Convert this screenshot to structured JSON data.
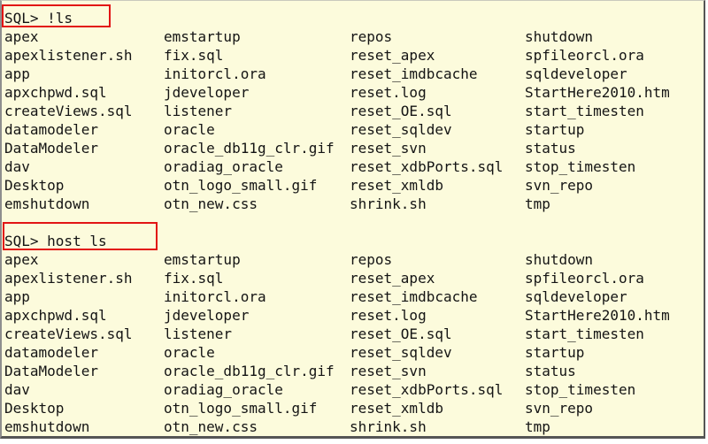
{
  "colors": {
    "background": "#fcfbdc",
    "text": "#141414",
    "highlight_border": "#e21414",
    "frame_border_light": "#8e8e8e",
    "frame_border_dark": "#555555"
  },
  "terminal": {
    "blocks": [
      {
        "prompt": "SQL> !ls"
      },
      {
        "prompt": "SQL> host ls"
      }
    ],
    "listing_columns": [
      [
        "apex",
        "apexlistener.sh",
        "app",
        "apxchpwd.sql",
        "createViews.sql",
        "datamodeler",
        "DataModeler",
        "dav",
        "Desktop",
        "emshutdown"
      ],
      [
        "emstartup",
        "fix.sql",
        "initorcl.ora",
        "jdeveloper",
        "listener",
        "oracle",
        "oracle_db11g_clr.gif",
        "oradiag_oracle",
        "otn_logo_small.gif",
        "otn_new.css"
      ],
      [
        "repos",
        "reset_apex",
        "reset_imdbcache",
        "reset.log",
        "reset_OE.sql",
        "reset_sqldev",
        "reset_svn",
        "reset_xdbPorts.sql",
        "reset_xmldb",
        "shrink.sh"
      ],
      [
        "shutdown",
        "spfileorcl.ora",
        "sqldeveloper",
        "StartHere2010.htm",
        "start_timesten",
        "startup",
        "status",
        "stop_timesten",
        "svn_repo",
        "tmp"
      ]
    ]
  }
}
